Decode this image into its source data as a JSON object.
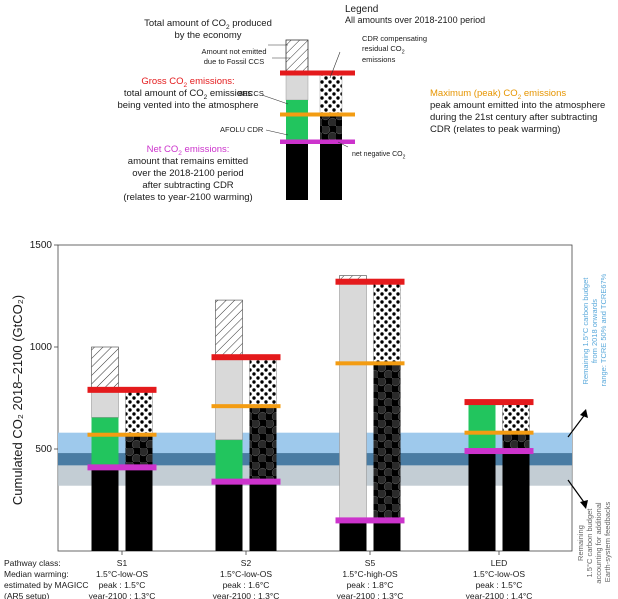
{
  "legend": {
    "title": "Legend",
    "subtitle": "All amounts over 2018-2100 period",
    "total_line1": "Total amount of CO",
    "total_line1_sub": "2",
    "total_line1_end": " produced",
    "total_line2": "by the economy",
    "not_emitted_line1": "Amount not emitted",
    "not_emitted_line2": "due to Fossil CCS",
    "cdr_comp_line1": "CDR compensating",
    "cdr_comp_line2": "residual CO",
    "cdr_comp_line2_sub": "2",
    "cdr_comp_line3": "emissions",
    "gross_title": "Gross CO",
    "gross_title_sub": "2",
    "gross_title_end": " emissions:",
    "gross_line1": "total amount of CO",
    "gross_line1_sub": "2",
    "gross_line1_end": " emissions",
    "gross_line2": "being vented into the atmosphere",
    "beccs": "BECCS",
    "afolu": "AFOLU CDR",
    "peak_title": "Maximum (peak) CO",
    "peak_title_sub": "2",
    "peak_title_end": " emissions",
    "peak_line1": "peak amount emitted into the atmosphere",
    "peak_line2": "during the 21st century after subtracting",
    "peak_line3": "CDR (relates to peak warming)",
    "net_title": "Net CO",
    "net_title_sub": "2",
    "net_title_end": " emissions:",
    "net_line1": "amount that remains emitted",
    "net_line2": "over the 2018-2100 period",
    "net_line3": "after subtracting CDR",
    "net_line4": "(relates to year-2100 warming)",
    "net_negative": "net negative CO",
    "net_negative_sub": "2"
  },
  "colors": {
    "gross": "#e41a1c",
    "peak": "#f39c12",
    "net": "#cc33cc",
    "beccs": "#22c55e",
    "fossil": "#000000",
    "gross_fill": "#d9d9d9",
    "budget_light": "#9ec9ec",
    "budget_dark": "#4a7ca3",
    "budget_grey": "#b8c4cc",
    "peak_text": "#e69500",
    "budget_text": "#5aa9db"
  },
  "budget": {
    "upper_label_lines": [
      "Remaining 1.5°C carbon budget",
      "from 2018 onwards",
      "range: TCRE 50% and TCRE67%"
    ],
    "lower_label_lines": [
      "Remaining",
      "1.5°C carbon budget",
      "accounting for additional",
      "Earth-system feedbacks"
    ]
  },
  "pathway_labels": {
    "line1": "Pathway class:",
    "line2": "Median warming:",
    "line3": "estimated by MAGICC",
    "line4": "(AR5 setup)"
  },
  "chart_data": {
    "type": "bar",
    "ylabel": "Cumulated CO₂ 2018–2100 (GtCO₂)",
    "ylim": [
      0,
      1500
    ],
    "yticks": [
      500,
      1000,
      1500
    ],
    "budget_ranges": {
      "remaining_1_5C": [
        420,
        580
      ],
      "remaining_1_5C_overlap": [
        420,
        480
      ],
      "with_earth_system_feedbacks": [
        320,
        480
      ]
    },
    "categories": [
      {
        "name": "S1",
        "class": "1.5°C-low-OS",
        "peak": "peak : 1.5°C",
        "y2100": "year-2100 : 1.3°C",
        "total": 1000,
        "gross": 790,
        "beccs_top": 655,
        "afolu_top": 410,
        "peak_emissions": 570,
        "net": 410,
        "cdr": 790,
        "cdr_solid": 570
      },
      {
        "name": "S2",
        "class": "1.5°C-low-OS",
        "peak": "peak : 1.6°C",
        "y2100": "year-2100 : 1.3°C",
        "total": 1230,
        "gross": 950,
        "beccs_top": 545,
        "afolu_top": 340,
        "peak_emissions": 710,
        "net": 340,
        "cdr": 950,
        "cdr_solid": 710
      },
      {
        "name": "S5",
        "class": "1.5°C-high-OS",
        "peak": "peak : 1.8°C",
        "y2100": "year-2100 : 1.3°C",
        "total": 1350,
        "gross": 1320,
        "beccs_top": 150,
        "afolu_top": 150,
        "peak_emissions": 920,
        "net": 150,
        "cdr": 1320,
        "cdr_solid": 920
      },
      {
        "name": "LED",
        "class": "1.5°C-low-OS",
        "peak": "peak : 1.5°C",
        "y2100": "year-2100 : 1.4°C",
        "total": 730,
        "gross": 730,
        "beccs_top": 730,
        "afolu_top": 490,
        "peak_emissions": 580,
        "net": 490,
        "cdr": 730,
        "cdr_solid": 580
      }
    ]
  }
}
